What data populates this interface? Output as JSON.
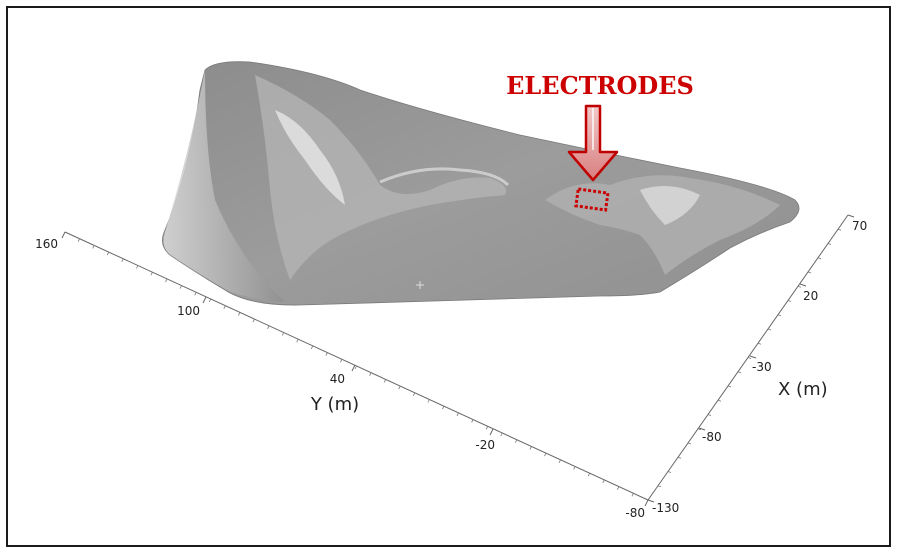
{
  "annotation": {
    "label": "ELECTRODES",
    "color": "#cc0000"
  },
  "axes": {
    "y_axis": {
      "title": "Y (m)",
      "ticks": [
        "160",
        "100",
        "40",
        "-20",
        "-80"
      ]
    },
    "x_axis": {
      "title": "X (m)",
      "ticks": [
        "70",
        "20",
        "-30",
        "-80",
        "-130"
      ]
    }
  },
  "colors": {
    "surface": "#9a9a9a",
    "frame": "#1a1a1a",
    "axis": "#555555"
  }
}
